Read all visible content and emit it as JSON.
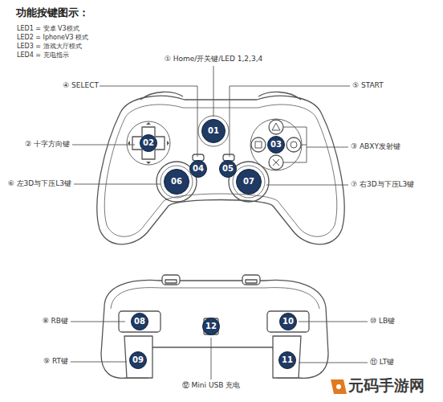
{
  "diagram": {
    "title": "功能按键图示：",
    "nodes": [
      {
        "text": [
          "01"
        ]
      },
      {
        "text": [
          "02"
        ]
      },
      {
        "text": [
          "03"
        ]
      },
      {
        "text": [
          "04"
        ]
      },
      {
        "text": [
          "05"
        ]
      },
      {
        "text": [
          "06"
        ]
      },
      {
        "text": [
          "07"
        ]
      },
      {
        "text": [
          "08"
        ]
      },
      {
        "text": [
          "09"
        ]
      },
      {
        "text": [
          "10"
        ]
      },
      {
        "text": [
          "11"
        ]
      },
      {
        "text": [
          "12"
        ]
      }
    ],
    "edges": [],
    "labels": [
      "LED1 = 安卓 V3模式",
      "LED2 = IphoneV3 模式",
      "LED3 = 游戏大厅模式",
      "LED4 = 充电指示",
      "① Home/开关键/LED 1,2,3,4",
      "④ SELECT",
      "⑤ START",
      "② 十字方向键",
      "③ ABXY发射键",
      "⑥ 左3D与下压L3键",
      "⑦ 右3D与下压L3键",
      "⑧ RB键",
      "⑩ LB键",
      "⑨ RT键",
      "⑪ LT键",
      "⑫ Mini USB 充电",
      "元码手游网"
    ]
  }
}
